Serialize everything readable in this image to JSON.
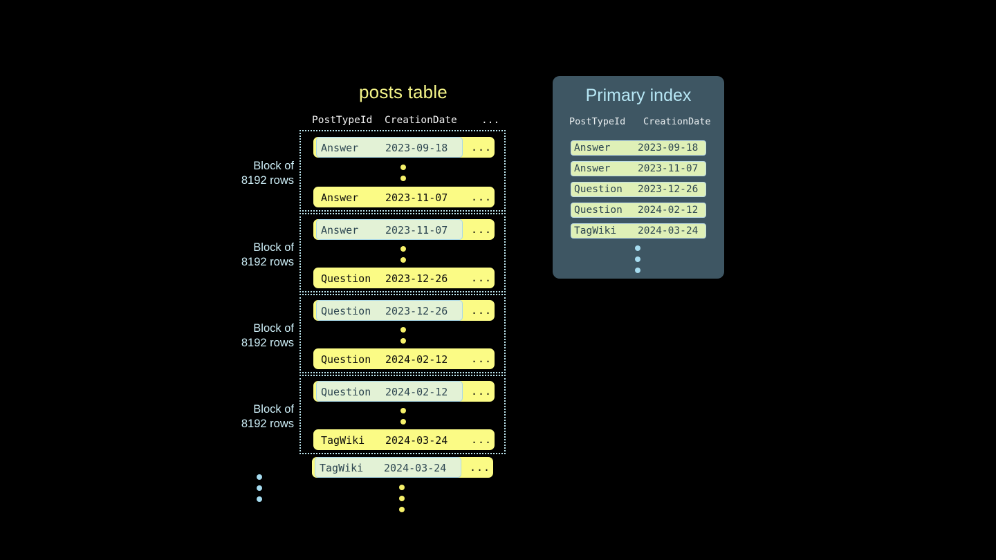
{
  "posts_table": {
    "title": "posts table",
    "columns": {
      "post_type_id": "PostTypeId",
      "creation_date": "CreationDate",
      "more": "..."
    },
    "block_label": "Block of\n8192 rows",
    "block_label_line1": "Block of",
    "block_label_line2": "8192 rows",
    "row_more": "...",
    "blocks": [
      {
        "label_line1": "Block of",
        "label_line2": "8192 rows",
        "first_row": {
          "post_type_id": "Answer",
          "creation_date": "2023-09-18",
          "more": "...",
          "highlighted": true
        },
        "last_row": {
          "post_type_id": "Answer",
          "creation_date": "2023-11-07",
          "more": "...",
          "highlighted": false
        }
      },
      {
        "label_line1": "Block of",
        "label_line2": "8192 rows",
        "first_row": {
          "post_type_id": "Answer",
          "creation_date": "2023-11-07",
          "more": "...",
          "highlighted": true
        },
        "last_row": {
          "post_type_id": "Question",
          "creation_date": "2023-12-26",
          "more": "...",
          "highlighted": false
        }
      },
      {
        "label_line1": "Block of",
        "label_line2": "8192 rows",
        "first_row": {
          "post_type_id": "Question",
          "creation_date": "2023-12-26",
          "more": "...",
          "highlighted": true
        },
        "last_row": {
          "post_type_id": "Question",
          "creation_date": "2024-02-12",
          "more": "...",
          "highlighted": false
        }
      },
      {
        "label_line1": "Block of",
        "label_line2": "8192 rows",
        "first_row": {
          "post_type_id": "Question",
          "creation_date": "2024-02-12",
          "more": "...",
          "highlighted": true
        },
        "last_row": {
          "post_type_id": "TagWiki",
          "creation_date": "2024-03-24",
          "more": "...",
          "highlighted": false
        }
      }
    ],
    "trailing_row": {
      "post_type_id": "TagWiki",
      "creation_date": "2024-03-24",
      "more": "...",
      "highlighted": true
    }
  },
  "primary_index": {
    "title": "Primary index",
    "columns": {
      "post_type_id": "PostTypeId",
      "creation_date": "CreationDate"
    },
    "rows": [
      {
        "post_type_id": "Answer",
        "creation_date": "2023-09-18"
      },
      {
        "post_type_id": "Answer",
        "creation_date": "2023-11-07"
      },
      {
        "post_type_id": "Question",
        "creation_date": "2023-12-26"
      },
      {
        "post_type_id": "Question",
        "creation_date": "2024-02-12"
      },
      {
        "post_type_id": "TagWiki",
        "creation_date": "2024-03-24"
      }
    ]
  },
  "colors": {
    "background": "#000000",
    "row_yellow": "#fbfb85",
    "highlight_green": "#e3f2d6",
    "highlight_border": "#a9d8e8",
    "block_border": "#bfe9f2",
    "title_yellow": "#f4f488",
    "panel_slate": "#3e5663",
    "panel_title_blue": "#b7e7f5",
    "index_row_green": "#dff0b7",
    "dot_yellow": "#f5f06a",
    "dot_blue": "#a6dcf0",
    "label_blue": "#cdeef7"
  }
}
